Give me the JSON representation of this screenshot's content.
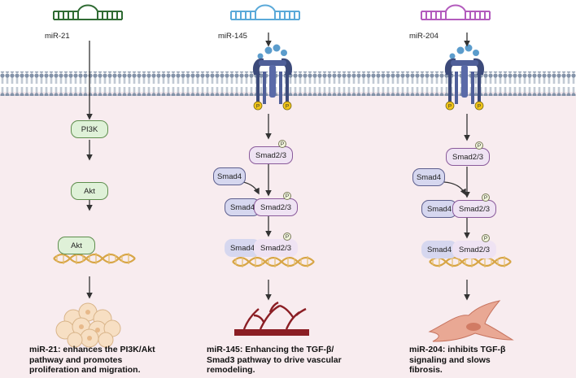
{
  "columns": [
    {
      "mirna": "miR-21",
      "steps": [
        "PI3K",
        "Akt",
        "Akt"
      ],
      "caption": [
        "miR-21: enhances the PI3K/Akt",
        "pathway and promotes",
        "proliferation and migration."
      ]
    },
    {
      "mirna": "miR-145",
      "smad_labels": {
        "smad23": "Smad2/3",
        "smad4": "Smad4",
        "phospho": "P"
      },
      "caption": [
        "miR-145: Enhancing the TGF-β/",
        "Smad3 pathway to drive vascular",
        "remodeling."
      ]
    },
    {
      "mirna": "miR-204",
      "smad_labels": {
        "smad23": "Smad2/3",
        "smad4": "Smad4",
        "phospho": "P"
      },
      "caption": [
        "miR-204: inhibits TGF-β",
        "signaling and slows",
        "fibrosis."
      ]
    }
  ],
  "colors": {
    "mir21": "#2f6b33",
    "mir145": "#5aa9d9",
    "mir204": "#b35bbd",
    "membrane": "#7d8da3",
    "cytoplasm": "#f8ecef",
    "receptor": "#3c4a7a",
    "ligand": "#5b9ccc",
    "dna": "#d7a545",
    "arrow": "#333333"
  }
}
